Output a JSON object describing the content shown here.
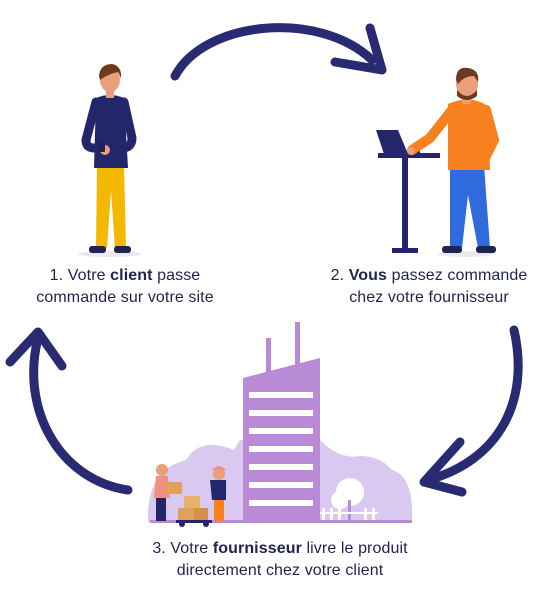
{
  "colors": {
    "navy": "#24266b",
    "arrow": "#282a72",
    "lavender": "#d9c8ef",
    "tower": "#b98ad6",
    "tower_dark": "#a073c4",
    "orange": "#f7801f",
    "yellow": "#f5b800",
    "blue_pants": "#2f6bdc"
  },
  "steps": [
    {
      "number": "1.",
      "before": "Votre",
      "strong": "client",
      "after_line1": "passe",
      "line2": "commande sur votre site"
    },
    {
      "number": "2.",
      "before": "",
      "strong": "Vous",
      "after_line1": "passez commande",
      "line2": "chez votre fournisseur"
    },
    {
      "number": "3.",
      "before": "Votre",
      "strong": "fournisseur",
      "after_line1": "livre le produit",
      "line2": "directement chez votre client"
    }
  ],
  "icons": {
    "arrow_top": "curved-arrow-right",
    "arrow_right": "curved-arrow-down",
    "arrow_left": "curved-arrow-up",
    "customer": "person-standing-phone",
    "merchant": "person-laptop-standing-desk",
    "supplier": "warehouse-delivery-scene"
  }
}
